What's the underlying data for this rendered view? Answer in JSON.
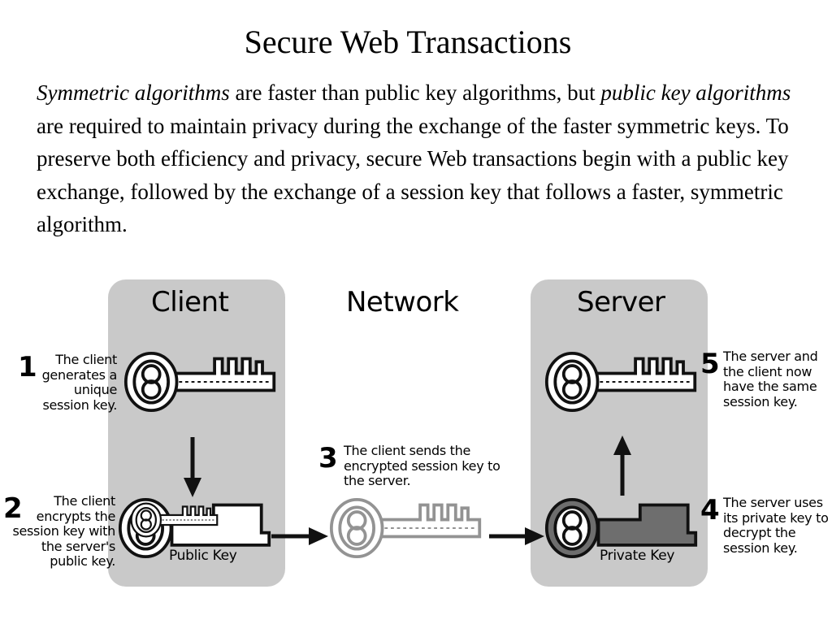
{
  "slide": {
    "title": "Secure Web Transactions",
    "paragraph": {
      "em1": "Symmetric algorithms",
      "t1": " are faster than public key algorithms, but ",
      "em2": "public key algorithms",
      "t2": " are required to maintain privacy during the exchange of the faster symmetric keys. To preserve both efficiency and privacy, secure Web transactions begin with  a public key exchange, followed by the exchange of a session key that follows a faster, symmetric algorithm."
    }
  },
  "diagram": {
    "columns": {
      "client": "Client",
      "network": "Network",
      "server": "Server"
    },
    "steps": [
      {
        "number": "1",
        "text": "The client generates a unique session key."
      },
      {
        "number": "2",
        "text": "The client encrypts the session key with the server's public key."
      },
      {
        "number": "3",
        "text": "The client sends the encrypted session key to the server."
      },
      {
        "number": "4",
        "text": "The server uses its private key to decrypt the session key."
      },
      {
        "number": "5",
        "text": "The server and the client now have the same session key."
      }
    ],
    "key_labels": {
      "public": "Public Key",
      "private": "Private Key"
    },
    "colors": {
      "panel": "#c9c9c9",
      "private_key": "#6e6e6e",
      "faded_key": "#b5b5b5"
    }
  }
}
